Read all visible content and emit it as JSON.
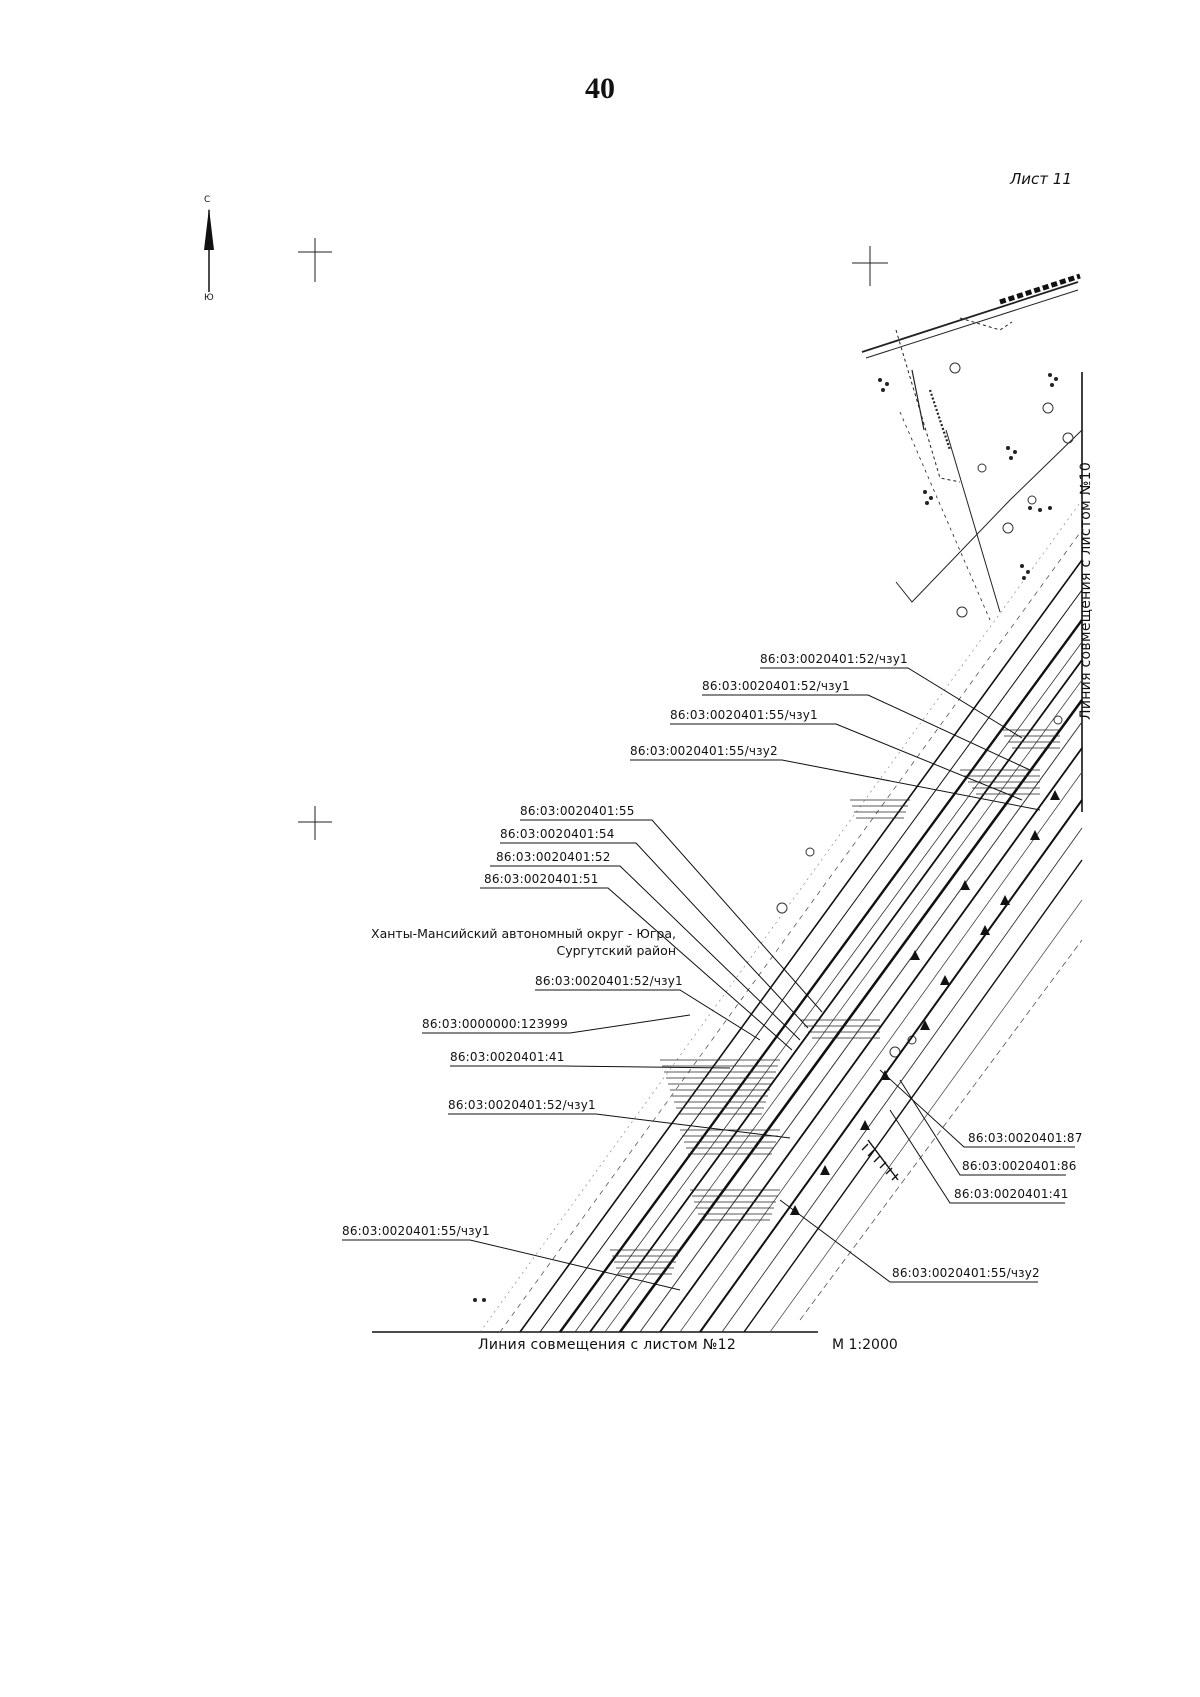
{
  "page_number": "40",
  "sheet_label": "Лист 11",
  "north_arrow": {
    "top_letter": "С",
    "bottom_letter": "Ю"
  },
  "district_label": [
    "Ханты-Мансийский автономный округ - Югра,",
    "Сургутский район"
  ],
  "join_lines": {
    "bottom": "Линия совмещения с листом №12",
    "right": "Линия совмещения с листом №10"
  },
  "scale": "М 1:2000",
  "parcel_labels": [
    {
      "id": "86:03:0020401:52/чзу1"
    },
    {
      "id": "86:03:0020401:52/чзу1"
    },
    {
      "id": "86:03:0020401:55/чзу1"
    },
    {
      "id": "86:03:0020401:55/чзу2"
    },
    {
      "id": "86:03:0020401:55"
    },
    {
      "id": "86:03:0020401:54"
    },
    {
      "id": "86:03:0020401:52"
    },
    {
      "id": "86:03:0020401:51"
    },
    {
      "id": "86:03:0020401:52/чзу1"
    },
    {
      "id": "86:03:0000000:123999"
    },
    {
      "id": "86:03:0020401:41"
    },
    {
      "id": "86:03:0020401:52/чзу1"
    },
    {
      "id": "86:03:0020401:55/чзу1"
    },
    {
      "id": "86:03:0020401:87"
    },
    {
      "id": "86:03:0020401:86"
    },
    {
      "id": "86:03:0020401:41"
    },
    {
      "id": "86:03:0020401:55/чзу2"
    }
  ]
}
